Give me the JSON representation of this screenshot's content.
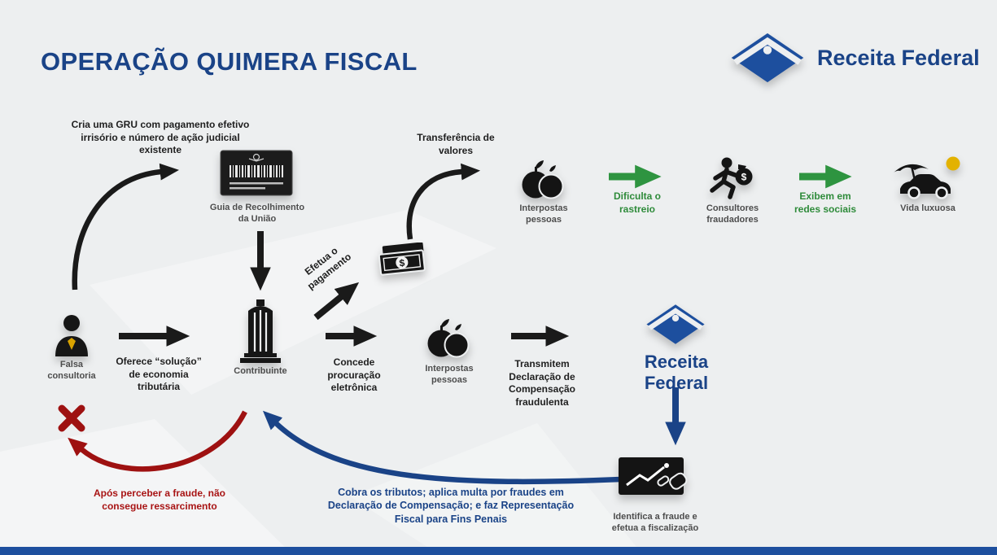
{
  "title": "OPERAÇÃO QUIMERA FISCAL",
  "brand": {
    "name": "Receita Federal"
  },
  "colors": {
    "brand_blue": "#1a4387",
    "logo_blue": "#1d4f9e",
    "green": "#2e8b3a",
    "red": "#a81414",
    "ink": "#1a1a1a",
    "background": "#edeff0",
    "sun_yellow": "#e3b200"
  },
  "icons": {
    "dollar": "$"
  },
  "steps": {
    "gru_note": "Cria uma GRU com pagamento efetivo irrisório e número de ação judicial existente",
    "gru": "Guia de Recolhimento da União",
    "falsa_consultoria": "Falsa consultoria",
    "oferece": "Oferece “solução” de economia tributária",
    "contribuinte": "Contribuinte",
    "efetua_pagamento": "Efetua o pagamento",
    "transferencia": "Transferência de valores",
    "interpostas_1": "Interpostas pessoas",
    "dificulta": "Dificulta o rastreio",
    "consultores": "Consultores fraudadores",
    "exibem": "Exibem em redes sociais",
    "vida_luxuosa": "Vida luxuosa",
    "concede": "Concede procuração eletrônica",
    "interpostas_2": "Interpostas pessoas",
    "transmitem": "Transmitem Declaração de Compensação fraudulenta",
    "receita_federal": "Receita Federal",
    "identifica": "Identifica a fraude e efetua a fiscalização",
    "cobra": "Cobra os tributos; aplica multa por fraudes em Declaração de Compensação; e faz Representação Fiscal para Fins Penais",
    "apos_fraude": "Após perceber a fraude, não consegue ressarcimento"
  }
}
